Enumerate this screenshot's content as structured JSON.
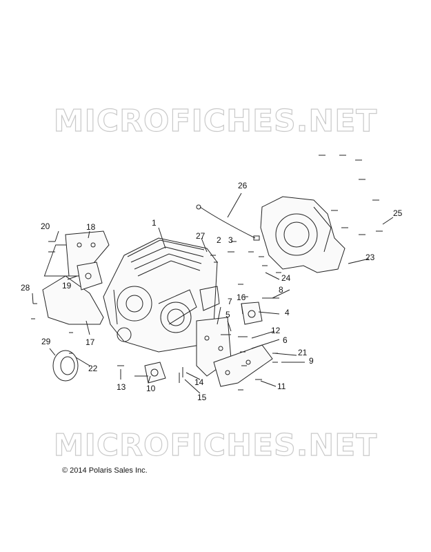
{
  "watermark": {
    "text": "MICROFICHES.NET"
  },
  "copyright": "© 2014 Polaris Sales Inc.",
  "callouts": [
    "1",
    "2",
    "3",
    "4",
    "5",
    "6",
    "7",
    "8",
    "9",
    "10",
    "11",
    "12",
    "13",
    "14",
    "15",
    "16",
    "17",
    "18",
    "19",
    "20",
    "21",
    "22",
    "23",
    "24",
    "25",
    "26",
    "27",
    "28",
    "29"
  ]
}
